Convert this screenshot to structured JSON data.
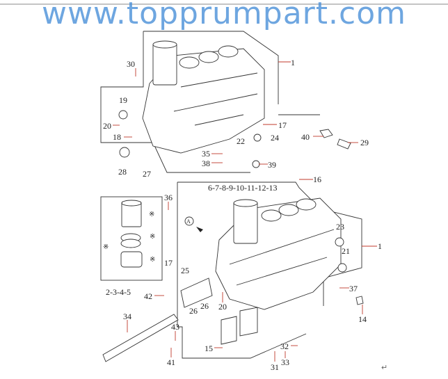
{
  "title_rule": true,
  "upper_assembly": {
    "callouts": [
      "1",
      "30",
      "19",
      "20",
      "18",
      "28",
      "27",
      "17",
      "22",
      "24",
      "35",
      "38",
      "39",
      "40",
      "29",
      "16"
    ]
  },
  "lower_assembly": {
    "liner_group": "6-7-8-9-10-11-12-13",
    "piston_group": "2-3-4-5",
    "view_marker": "A",
    "kit_mark": "※",
    "callouts": [
      "36",
      "17",
      "23",
      "1",
      "21",
      "25",
      "42",
      "26",
      "26",
      "20",
      "37",
      "14",
      "34",
      "43",
      "41",
      "15",
      "32",
      "33",
      "31"
    ]
  },
  "watermark": "www.topprumpart.com",
  "return_mark": "↵",
  "colors": {
    "leader": "#c0392b",
    "line": "#333333",
    "watermark": "#4a90d9"
  }
}
